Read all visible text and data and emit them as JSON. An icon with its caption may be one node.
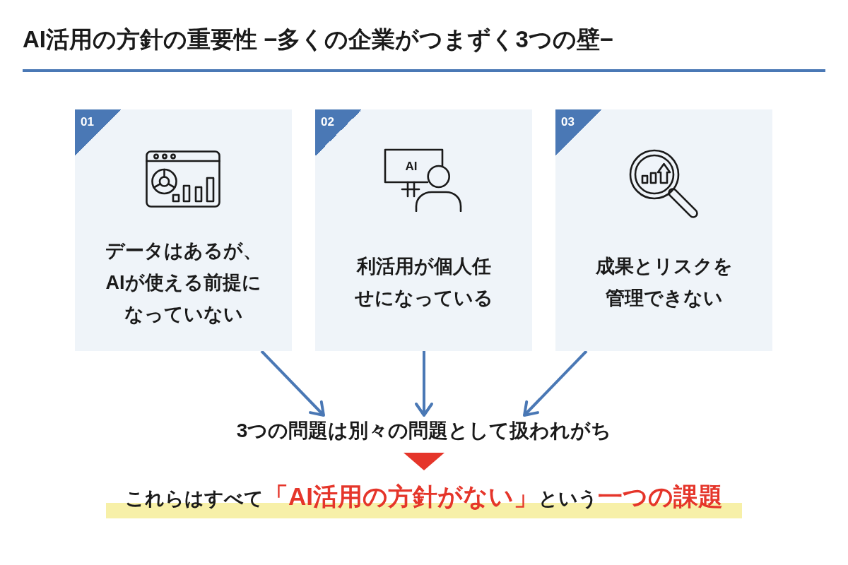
{
  "diagram": {
    "title": "AI活用の方針の重要性 −多くの企業がつまずく3つの壁−",
    "nodes": [
      {
        "text": [
          "01",
          "データはあるが、AIが使える前提になっていない"
        ]
      },
      {
        "text": [
          "02",
          "AI",
          "利活用が個人任せになっている"
        ]
      },
      {
        "text": [
          "03",
          "成果とリスクを管理できない"
        ]
      },
      {
        "text": [
          "3つの問題は別々の問題として扱われがち"
        ]
      },
      {
        "text": [
          "これらはすべて**「AI活用の方針がない」**という**一つの課題**"
        ]
      }
    ],
    "edges": [
      {
        "from": 0,
        "to": 3,
        "arrow": "to"
      },
      {
        "from": 1,
        "to": 3,
        "arrow": "to"
      },
      {
        "from": 2,
        "to": 3,
        "arrow": "to"
      },
      {
        "from": 3,
        "to": 4,
        "arrow": "to",
        "color": "#e5352a"
      }
    ]
  }
}
